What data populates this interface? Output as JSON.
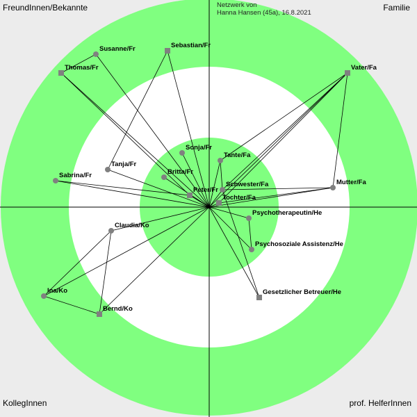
{
  "header": {
    "line1": "Netzwerk von",
    "line2": "Hanna Hansen (45a), 16.8.2021"
  },
  "quadrants": {
    "top_left": "FreundInnen/Bekannte",
    "top_right": "Familie",
    "bottom_left": "KollegInnen",
    "bottom_right": "prof. HelferInnen"
  },
  "colors": {
    "background": "#ececec",
    "ring_green": "#80ff80",
    "ring_white": "#ffffff",
    "node": "#808080",
    "line": "#000000"
  },
  "nodes": [
    {
      "id": "susanne",
      "label": "Susanne/Fr",
      "shape": "circle"
    },
    {
      "id": "sebastian",
      "label": "Sebastian/Fr",
      "shape": "square"
    },
    {
      "id": "thomas",
      "label": "Thomas/Fr",
      "shape": "square"
    },
    {
      "id": "vater",
      "label": "Vater/Fa",
      "shape": "square"
    },
    {
      "id": "sonja",
      "label": "Sonja/Fr",
      "shape": "circle"
    },
    {
      "id": "tante",
      "label": "Tante/Fa",
      "shape": "circle"
    },
    {
      "id": "tanja",
      "label": "Tanja/Fr",
      "shape": "circle"
    },
    {
      "id": "britta",
      "label": "Britta/Fr",
      "shape": "circle"
    },
    {
      "id": "sabrina",
      "label": "Sabrina/Fr",
      "shape": "circle"
    },
    {
      "id": "schwester",
      "label": "Schwester/Fa",
      "shape": "circle"
    },
    {
      "id": "mutter",
      "label": "Mutter/Fa",
      "shape": "circle"
    },
    {
      "id": "peter",
      "label": "Peter/Fr",
      "shape": "square"
    },
    {
      "id": "tochter",
      "label": "Tochter/Fa",
      "shape": "square"
    },
    {
      "id": "psycho",
      "label": "Psychotherapeutin/He",
      "shape": "circle"
    },
    {
      "id": "claudia",
      "label": "Claudia/Ko",
      "shape": "circle"
    },
    {
      "id": "assistenz",
      "label": "Psychosoziale Assistenz/He",
      "shape": "circle"
    },
    {
      "id": "ina",
      "label": "Ina/Ko",
      "shape": "circle"
    },
    {
      "id": "betreuer",
      "label": "Gesetzlicher Betreuer/He",
      "shape": "square"
    },
    {
      "id": "bernd",
      "label": "Bernd/Ko",
      "shape": "square"
    }
  ],
  "edges": [
    [
      "ego",
      "susanne"
    ],
    [
      "ego",
      "sebastian"
    ],
    [
      "ego",
      "thomas"
    ],
    [
      "ego",
      "vater"
    ],
    [
      "ego",
      "sonja"
    ],
    [
      "ego",
      "tante"
    ],
    [
      "ego",
      "tanja"
    ],
    [
      "ego",
      "britta"
    ],
    [
      "ego",
      "sabrina"
    ],
    [
      "ego",
      "schwester"
    ],
    [
      "ego",
      "mutter"
    ],
    [
      "ego",
      "peter"
    ],
    [
      "ego",
      "tochter"
    ],
    [
      "ego",
      "psycho"
    ],
    [
      "ego",
      "claudia"
    ],
    [
      "ego",
      "assistenz"
    ],
    [
      "ego",
      "ina"
    ],
    [
      "ego",
      "betreuer"
    ],
    [
      "ego",
      "bernd"
    ],
    [
      "thomas",
      "susanne"
    ],
    [
      "thomas",
      "peter"
    ],
    [
      "sebastian",
      "tanja"
    ],
    [
      "vater",
      "mutter"
    ],
    [
      "vater",
      "schwester"
    ],
    [
      "vater",
      "tochter"
    ],
    [
      "vater",
      "tante"
    ],
    [
      "mutter",
      "schwester"
    ],
    [
      "mutter",
      "tochter"
    ],
    [
      "tante",
      "schwester"
    ],
    [
      "schwester",
      "betreuer"
    ],
    [
      "psycho",
      "assistenz"
    ],
    [
      "claudia",
      "ina"
    ],
    [
      "claudia",
      "bernd"
    ],
    [
      "ina",
      "bernd"
    ],
    [
      "sabrina",
      "peter"
    ]
  ]
}
